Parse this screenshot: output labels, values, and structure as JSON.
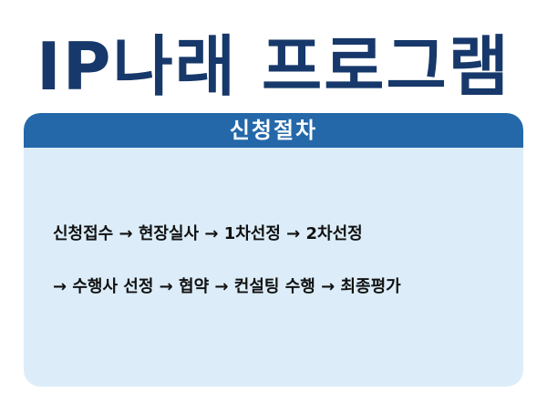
{
  "title": "IP나래 프로그램",
  "card": {
    "header": "신청절차",
    "lines": [
      "신청접수 → 현장실사 → 1차선정 → 2차선정",
      "→ 수행사 선정 → 협약 → 컨설팅 수행 → 최종평가"
    ]
  },
  "colors": {
    "title": "#17386a",
    "header_bg": "#2468a9",
    "card_bg": "#dcedf9"
  }
}
